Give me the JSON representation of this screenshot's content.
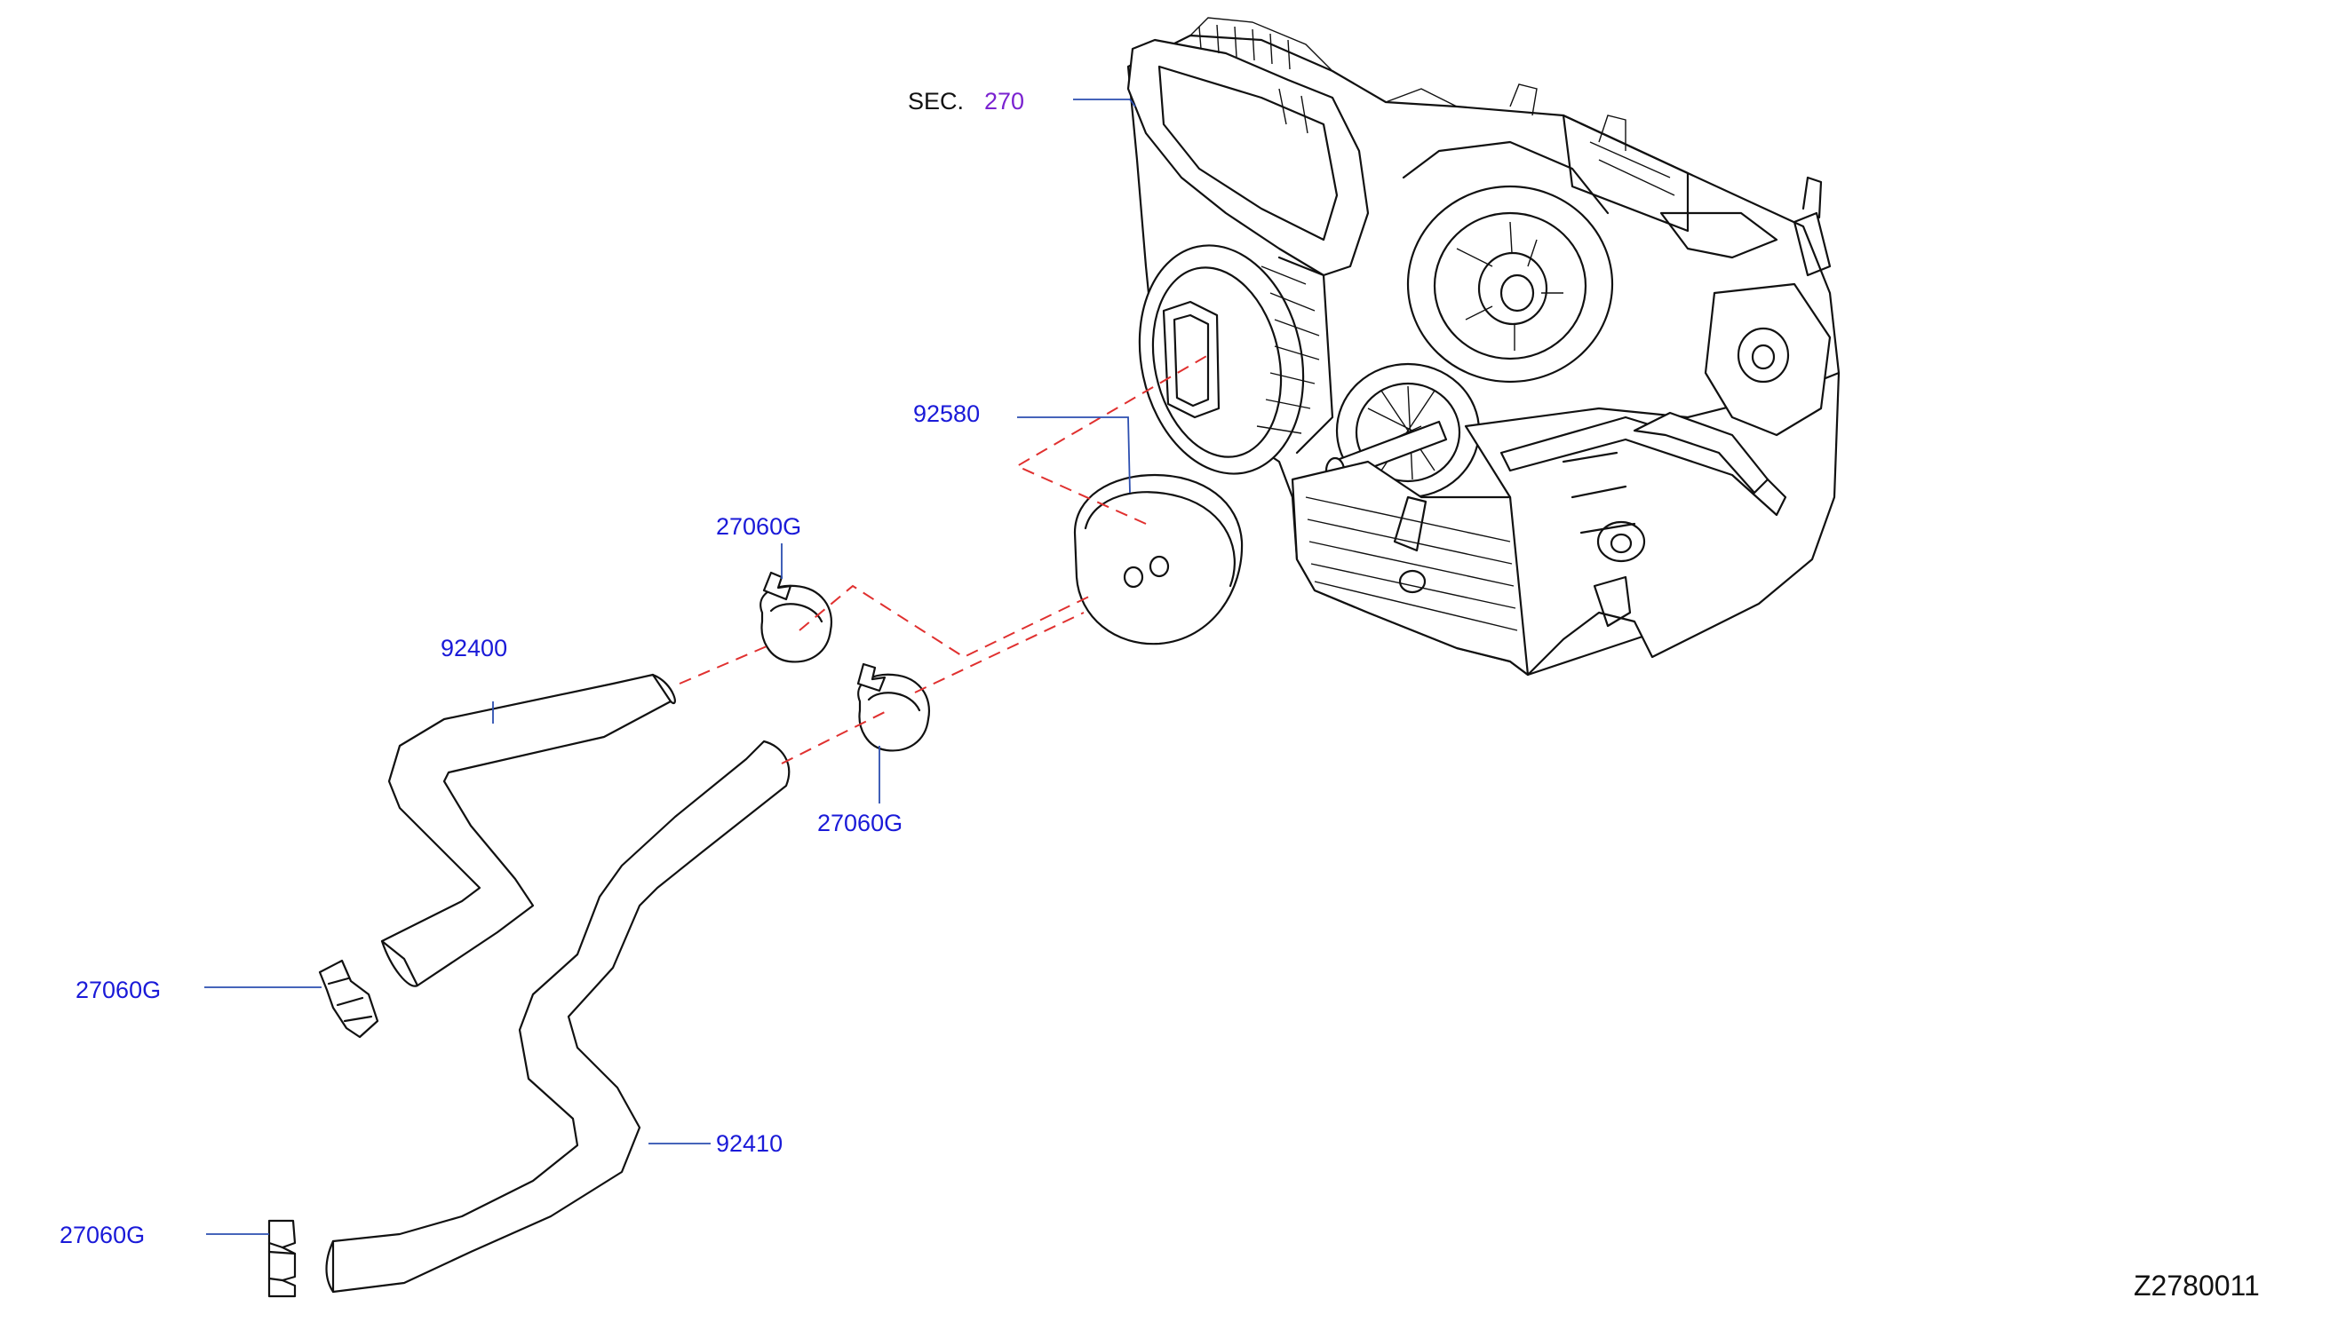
{
  "diagram": {
    "section_prefix": "SEC.",
    "section_number": "270",
    "labels": {
      "p92580": "92580",
      "p27060g_top": "27060G",
      "p92400": "92400",
      "p27060g_mid": "27060G",
      "p27060g_left": "27060G",
      "p92410": "92410",
      "p27060g_bottom": "27060G"
    },
    "figure_code": "Z2780011",
    "colors": {
      "part_label": "#1a1ad8",
      "section_number": "#7a22d0",
      "leader_line": "#2c4fb0",
      "dashed_link": "#e0302f",
      "linework": "#111111"
    }
  }
}
